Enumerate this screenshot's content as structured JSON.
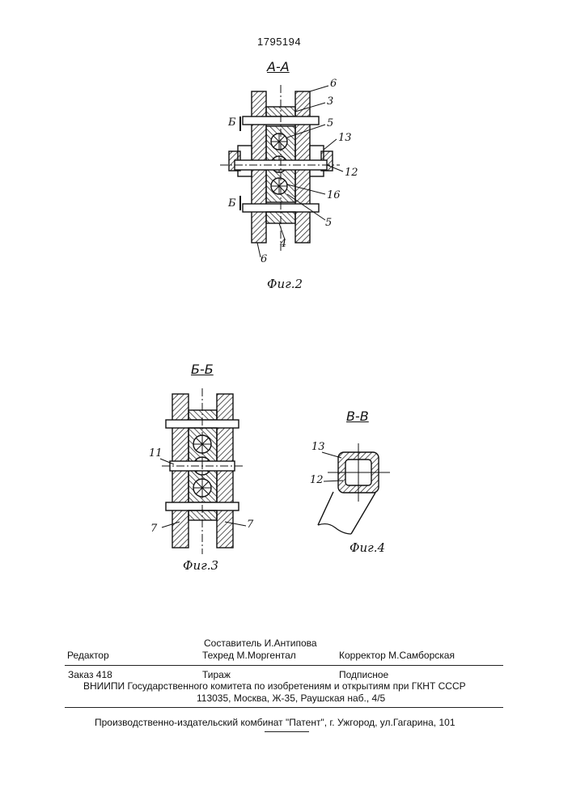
{
  "patent_number": "1795194",
  "figure2": {
    "section_title": "А-А",
    "caption": "Фиг.2",
    "cut_mark": "Б",
    "labels": [
      "6",
      "3",
      "5",
      "13",
      "12",
      "16",
      "5",
      "4",
      "6"
    ]
  },
  "figure3": {
    "section_title": "Б-Б",
    "caption": "Фиг.3",
    "labels": [
      "11",
      "7",
      "7"
    ]
  },
  "figure4": {
    "section_title": "В-В",
    "caption": "Фиг.4",
    "labels": [
      "13",
      "12"
    ]
  },
  "imprint": {
    "compiler": "Составитель И.Антипова",
    "editor": "Редактор",
    "techred": "Техред М.Моргентал",
    "corrector": "Корректор  М.Самборская",
    "order": "Заказ  418",
    "circulation": "Тираж",
    "subscription": "Подписное",
    "vniipi": "ВНИИПИ Государственного комитета по изобретениям и открытиям при ГКНТ СССР",
    "address": "113035, Москва, Ж-35, Раушская наб., 4/5",
    "publisher": "Производственно-издательский комбинат \"Патент\", г. Ужгород, ул.Гагарина, 101"
  }
}
